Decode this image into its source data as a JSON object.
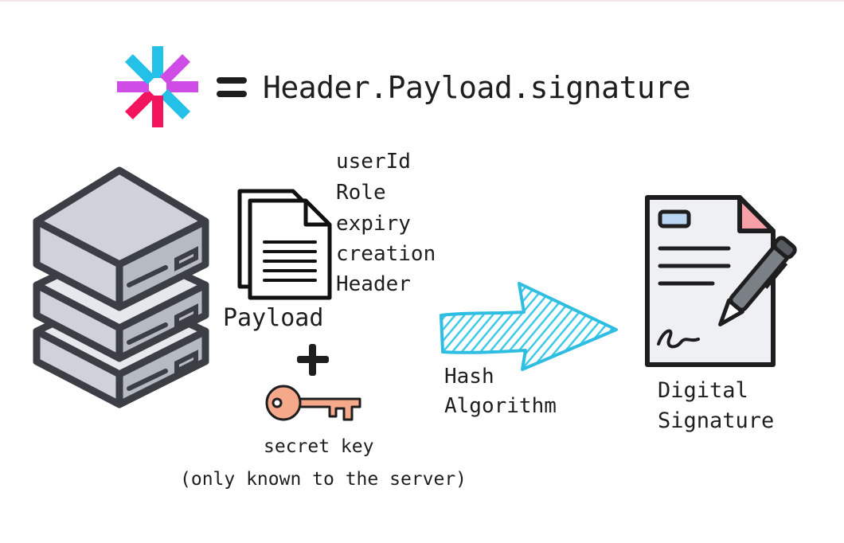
{
  "title": "Header.Payload.signature",
  "payload": {
    "fields": [
      "userId",
      "Role",
      "expiry",
      "creation",
      "Header"
    ],
    "label": "Payload"
  },
  "secret": {
    "label": "secret key",
    "note": "(only known to the server)"
  },
  "hash": {
    "line1": "Hash",
    "line2": "Algorithm"
  },
  "signature": {
    "line1": "Digital",
    "line2": "Signature"
  },
  "icons": [
    "jwt-logo-icon",
    "equals-icon",
    "server-stack-icon",
    "documents-icon",
    "plus-icon",
    "key-icon",
    "arrow-icon",
    "signed-document-icon"
  ],
  "colors": {
    "jwt_cyan": "#23c0e8",
    "jwt_magenta": "#d04ce6",
    "jwt_red": "#f2145c",
    "server_gray": "#cfd3d9",
    "outline": "#3b3f45",
    "key": "#f5a98a",
    "arrow": "#3cc9ea",
    "doc_pink": "#f7a0a8",
    "doc_blue": "#b9d7f3"
  }
}
